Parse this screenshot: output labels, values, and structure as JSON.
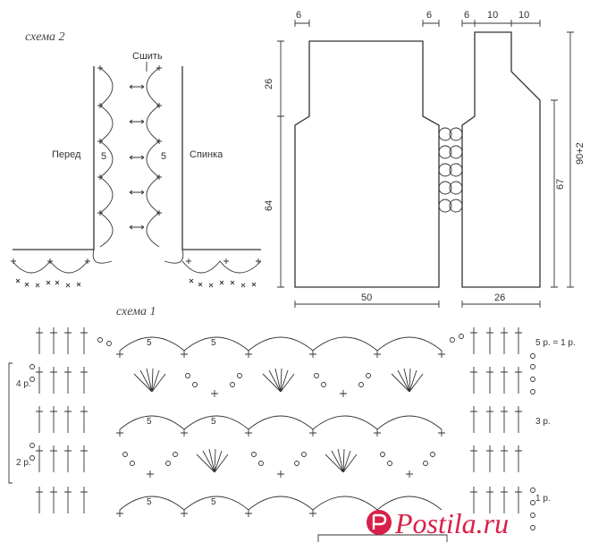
{
  "schema2": {
    "title": "схема 2",
    "sew_label": "Сшить",
    "front_label": "Перед",
    "back_label": "Спинка",
    "repeat_label": "5"
  },
  "pattern": {
    "dims": {
      "top_left": "6",
      "top_mid": "6",
      "top_right_a": "6",
      "top_right_b": "10",
      "top_right_c": "10",
      "left_upper": "26",
      "left_lower": "64",
      "bottom_front": "50",
      "bottom_back": "26",
      "right_inner": "67",
      "right_outer": "90+2"
    }
  },
  "schema1": {
    "title": "схема 1",
    "arc_label": "5",
    "row_labels": [
      "5 р. = 1 р.",
      "3 р.",
      "1 р.",
      "4 р.",
      "2 р."
    ]
  },
  "watermark": {
    "text": "Postila.ru"
  },
  "colors": {
    "ink": "#333333",
    "brand": "#d8204a",
    "background": "#ffffff"
  }
}
